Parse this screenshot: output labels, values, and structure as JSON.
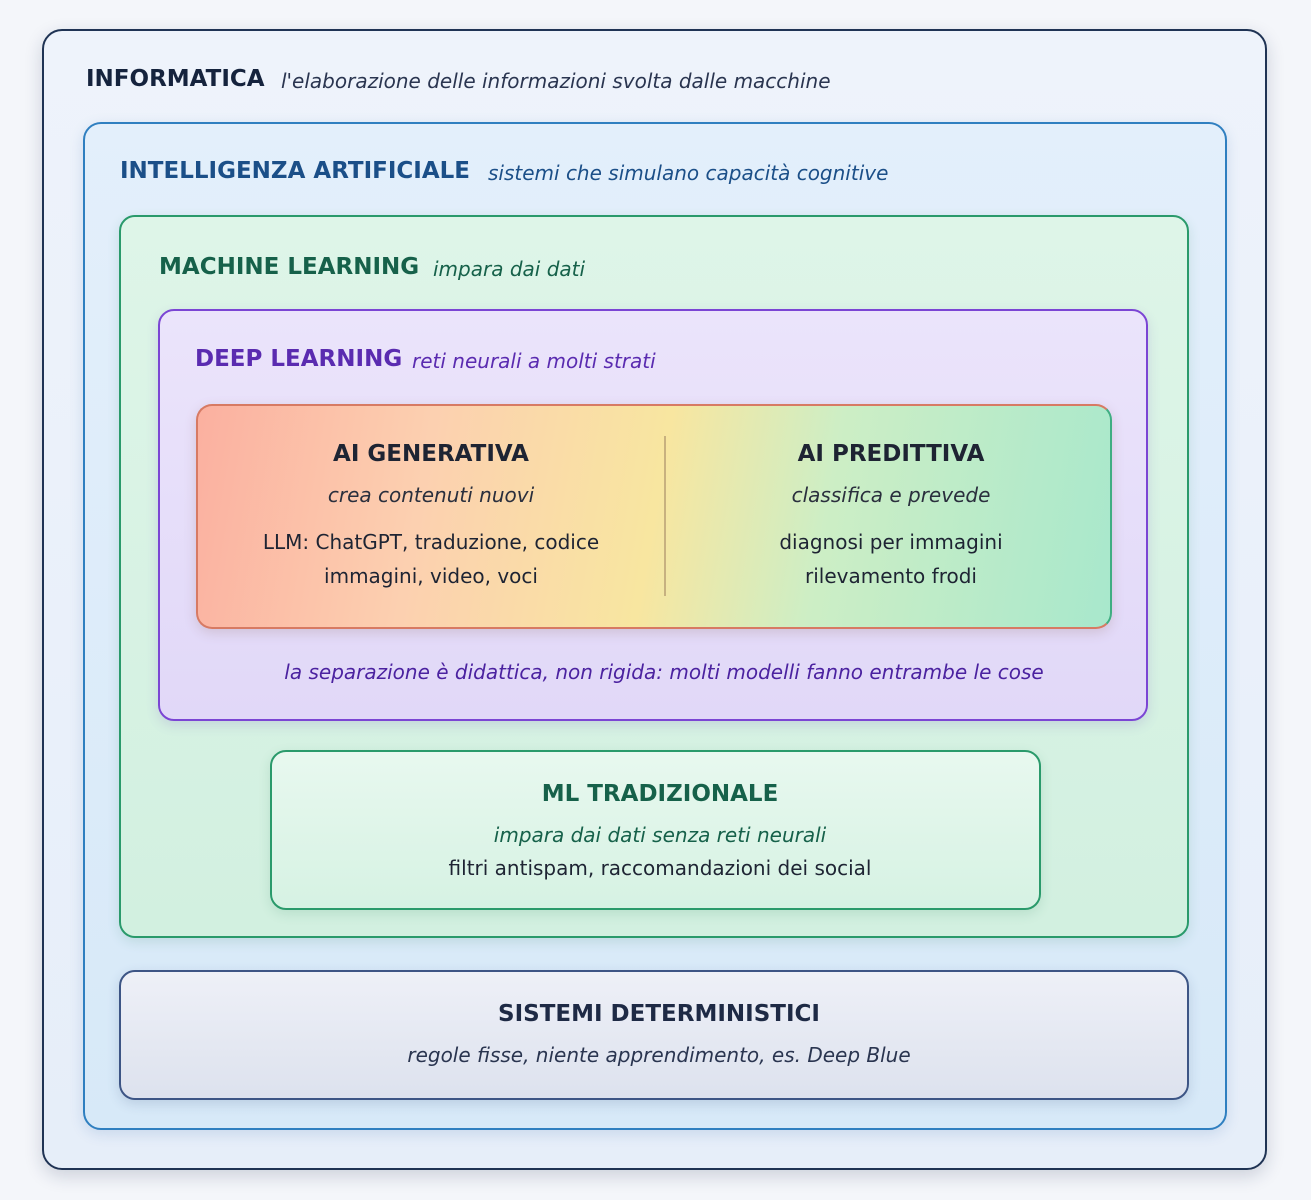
{
  "informatica": {
    "title": "INFORMATICA",
    "subtitle": "l'elaborazione delle informazioni svolta dalle macchine"
  },
  "ai": {
    "title": "INTELLIGENZA ARTIFICIALE",
    "subtitle": "sistemi che simulano capacità cognitive"
  },
  "ml": {
    "title": "MACHINE LEARNING",
    "subtitle": "impara dai dati"
  },
  "dl": {
    "title": "DEEP LEARNING",
    "subtitle": "reti neurali a molti strati",
    "note": "la separazione è didattica, non rigida: molti modelli fanno entrambe le cose"
  },
  "generativa": {
    "title": "AI GENERATIVA",
    "subtitle": "crea contenuti nuovi",
    "line1": "LLM: ChatGPT, traduzione, codice",
    "line2": "immagini, video, voci"
  },
  "predittiva": {
    "title": "AI PREDITTIVA",
    "subtitle": "classifica e prevede",
    "line1": "diagnosi per immagini",
    "line2": "rilevamento frodi"
  },
  "ml_tradizionale": {
    "title": "ML TRADIZIONALE",
    "subtitle": "impara dai dati senza reti neurali",
    "line1": "filtri antispam, raccomandazioni dei social"
  },
  "deterministici": {
    "title": "SISTEMI DETERMINISTICI",
    "subtitle": "regole fisse, niente apprendimento, es. Deep Blue"
  },
  "colors": {
    "informatica": "#1f3354",
    "ai": "#2f7fc0",
    "ml": "#2a9a6b",
    "dl": "#7b45d4",
    "generativa": "#f4a08f",
    "predittiva": "#8ee0bf",
    "deterministici": "#3d5585"
  }
}
